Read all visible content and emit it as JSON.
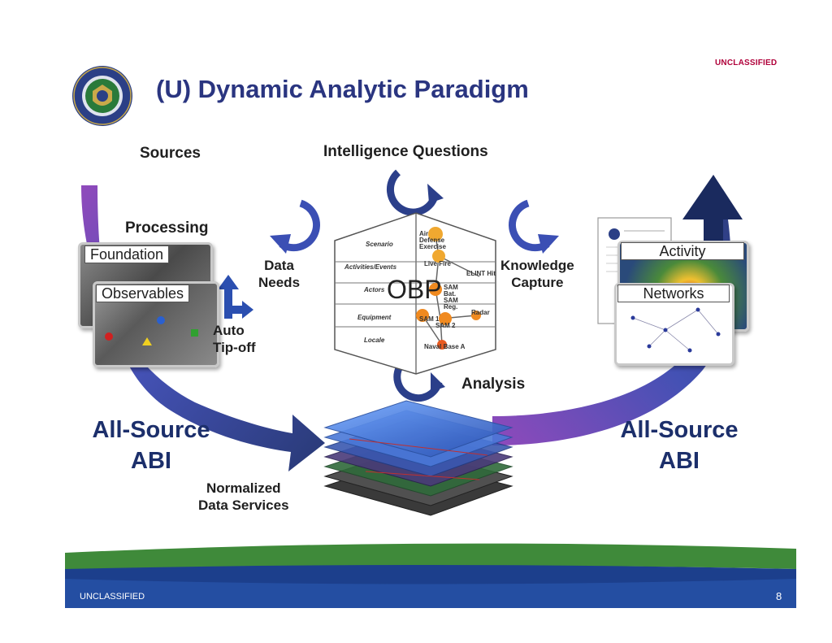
{
  "header": {
    "classification": "UNCLASSIFIED",
    "title": "(U) Dynamic Analytic Paradigm"
  },
  "diagram": {
    "sources": "Sources",
    "intelligence_questions": "Intelligence Questions",
    "processing": "Processing",
    "foundation": "Foundation",
    "observables": "Observables",
    "auto_tipoff": [
      "Auto",
      "Tip-off"
    ],
    "data_needs": [
      "Data",
      "Needs"
    ],
    "knowledge_capture": [
      "Knowledge",
      "Capture"
    ],
    "analysis": "Analysis",
    "normalized_data_services": [
      "Normalized",
      "Data Services"
    ],
    "all_source_abi_left": [
      "All-Source",
      "ABI"
    ],
    "all_source_abi_right": [
      "All-Source",
      "ABI"
    ],
    "activity": "Activity",
    "networks": "Networks",
    "obp": {
      "center": "OBP",
      "rows": [
        "Scenario",
        "Activities/Events",
        "Actors",
        "Equipment",
        "Locale"
      ],
      "nodes": [
        "Air Defense Exercise",
        "Live Fire",
        "ELINT Hit",
        "SAM Bat. SAM Reg.",
        "SAM 1",
        "SAM 2",
        "Radar",
        "Naval Base A"
      ]
    }
  },
  "footer": {
    "classification": "UNCLASSIFIED",
    "page_number": "8"
  },
  "colors": {
    "title": "#2a3580",
    "classification": "#b0003a",
    "arrow_blue": "#1f3a8a",
    "footer_green": "#3f8a3a",
    "footer_blue": "#1c3f8c"
  }
}
